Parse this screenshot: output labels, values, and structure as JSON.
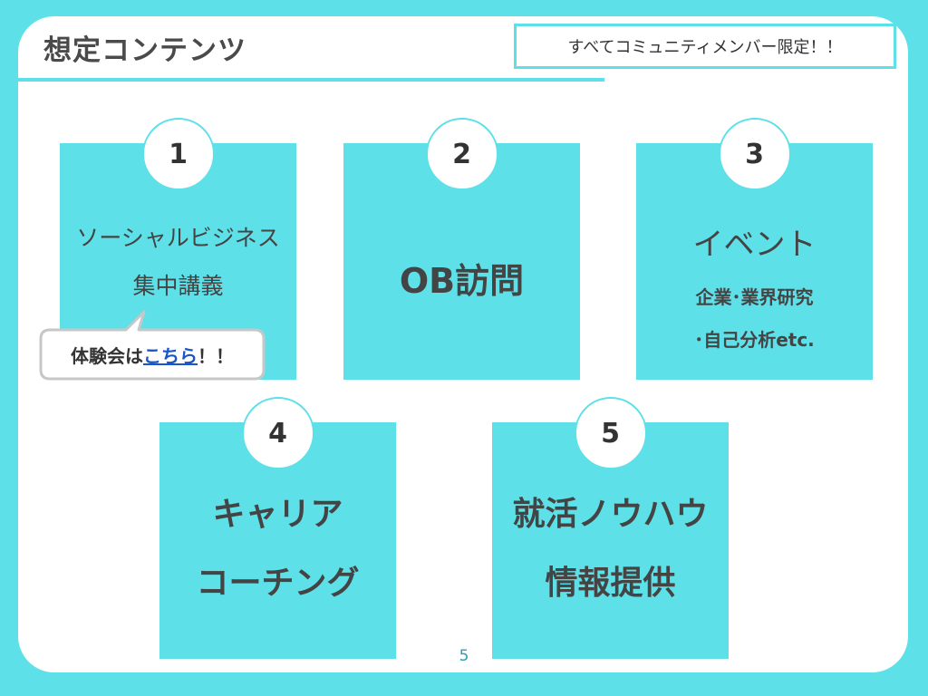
{
  "slide": {
    "title": "想定コンテンツ",
    "note": "すべてコミュニティメンバー限定！！",
    "page_number": "5"
  },
  "cards": [
    {
      "number": "1",
      "lines": [
        "ソーシャルビジネス",
        "集中講義"
      ]
    },
    {
      "number": "2",
      "lines": [
        "OB訪問"
      ]
    },
    {
      "number": "3",
      "lines": [
        "イベント",
        "企業･業界研究",
        "･自己分析etc."
      ]
    },
    {
      "number": "4",
      "lines": [
        "キャリア",
        "コーチング"
      ]
    },
    {
      "number": "5",
      "lines": [
        "就活ノウハウ",
        "情報提供"
      ]
    }
  ],
  "callout": {
    "prefix": "体験会は",
    "link_text": "こちら",
    "suffix": "！！"
  },
  "colors": {
    "accent": "#5ee0e8",
    "text": "#444444",
    "link": "#1a56c7",
    "page_number": "#2a9fb8"
  }
}
